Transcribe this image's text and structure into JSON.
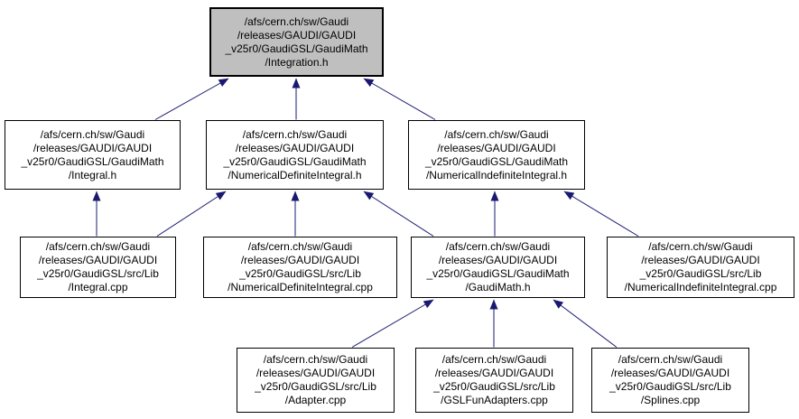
{
  "diagram": {
    "type": "include-dependency-graph",
    "root_file": "/afs/cern.ch/sw/Gaudi/releases/GAUDI/GAUDI_v25r0/GaudiGSL/GaudiMath/Integration.h",
    "colors": {
      "background": "#ffffff",
      "node_fill": "#ffffff",
      "node_border": "#000000",
      "highlight_node_fill": "#bfbfbf",
      "arrow": "#191970",
      "text": "#000000"
    },
    "nodes": [
      {
        "id": "integration-h",
        "highlighted": true,
        "lines": [
          "/afs/cern.ch/sw/Gaudi",
          "/releases/GAUDI/GAUDI",
          "_v25r0/GaudiGSL/GaudiMath",
          "/Integration.h"
        ]
      },
      {
        "id": "integral-h",
        "highlighted": false,
        "lines": [
          "/afs/cern.ch/sw/Gaudi",
          "/releases/GAUDI/GAUDI",
          "_v25r0/GaudiGSL/GaudiMath",
          "/Integral.h"
        ]
      },
      {
        "id": "numerical-definite-integral-h",
        "highlighted": false,
        "lines": [
          "/afs/cern.ch/sw/Gaudi",
          "/releases/GAUDI/GAUDI",
          "_v25r0/GaudiGSL/GaudiMath",
          "/NumericalDefiniteIntegral.h"
        ]
      },
      {
        "id": "numerical-indefinite-integral-h",
        "highlighted": false,
        "lines": [
          "/afs/cern.ch/sw/Gaudi",
          "/releases/GAUDI/GAUDI",
          "_v25r0/GaudiGSL/GaudiMath",
          "/NumericalIndefiniteIntegral.h"
        ]
      },
      {
        "id": "integral-cpp",
        "highlighted": false,
        "lines": [
          "/afs/cern.ch/sw/Gaudi",
          "/releases/GAUDI/GAUDI",
          "_v25r0/GaudiGSL/src/Lib",
          "/Integral.cpp"
        ]
      },
      {
        "id": "numerical-definite-integral-cpp",
        "highlighted": false,
        "lines": [
          "/afs/cern.ch/sw/Gaudi",
          "/releases/GAUDI/GAUDI",
          "_v25r0/GaudiGSL/src/Lib",
          "/NumericalDefiniteIntegral.cpp"
        ]
      },
      {
        "id": "gaudimath-h",
        "highlighted": false,
        "lines": [
          "/afs/cern.ch/sw/Gaudi",
          "/releases/GAUDI/GAUDI",
          "_v25r0/GaudiGSL/GaudiMath",
          "/GaudiMath.h"
        ]
      },
      {
        "id": "numerical-indefinite-integral-cpp",
        "highlighted": false,
        "lines": [
          "/afs/cern.ch/sw/Gaudi",
          "/releases/GAUDI/GAUDI",
          "_v25r0/GaudiGSL/src/Lib",
          "/NumericalIndefiniteIntegral.cpp"
        ]
      },
      {
        "id": "adapter-cpp",
        "highlighted": false,
        "lines": [
          "/afs/cern.ch/sw/Gaudi",
          "/releases/GAUDI/GAUDI",
          "_v25r0/GaudiGSL/src/Lib",
          "/Adapter.cpp"
        ]
      },
      {
        "id": "gslfunadapters-cpp",
        "highlighted": false,
        "lines": [
          "/afs/cern.ch/sw/Gaudi",
          "/releases/GAUDI/GAUDI",
          "_v25r0/GaudiGSL/src/Lib",
          "/GSLFunAdapters.cpp"
        ]
      },
      {
        "id": "splines-cpp",
        "highlighted": false,
        "lines": [
          "/afs/cern.ch/sw/Gaudi",
          "/releases/GAUDI/GAUDI",
          "_v25r0/GaudiGSL/src/Lib",
          "/Splines.cpp"
        ]
      }
    ],
    "edges": [
      {
        "from": "integral-h",
        "to": "integration-h"
      },
      {
        "from": "numerical-definite-integral-h",
        "to": "integration-h"
      },
      {
        "from": "numerical-indefinite-integral-h",
        "to": "integration-h"
      },
      {
        "from": "integral-cpp",
        "to": "integral-h"
      },
      {
        "from": "integral-cpp",
        "to": "numerical-definite-integral-h"
      },
      {
        "from": "numerical-definite-integral-cpp",
        "to": "numerical-definite-integral-h"
      },
      {
        "from": "gaudimath-h",
        "to": "numerical-definite-integral-h"
      },
      {
        "from": "gaudimath-h",
        "to": "numerical-indefinite-integral-h"
      },
      {
        "from": "numerical-indefinite-integral-cpp",
        "to": "numerical-indefinite-integral-h"
      },
      {
        "from": "adapter-cpp",
        "to": "gaudimath-h"
      },
      {
        "from": "gslfunadapters-cpp",
        "to": "gaudimath-h"
      },
      {
        "from": "splines-cpp",
        "to": "gaudimath-h"
      }
    ]
  }
}
